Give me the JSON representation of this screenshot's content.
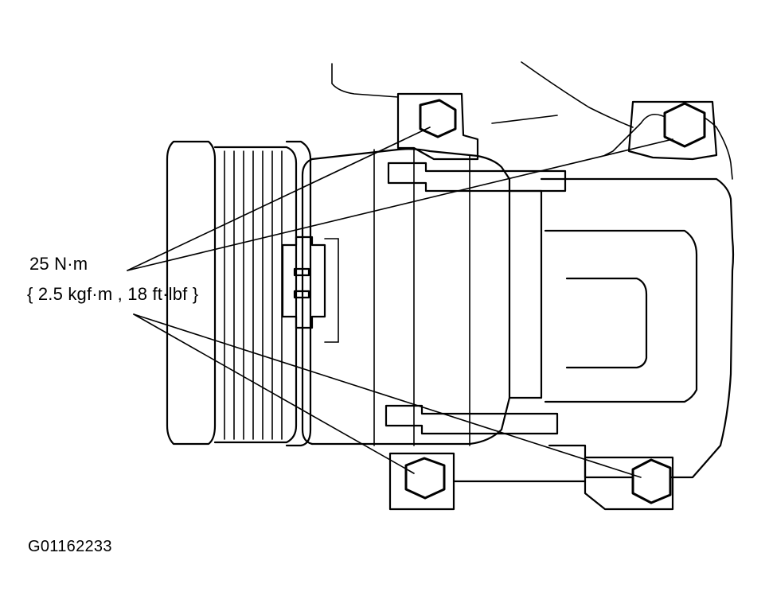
{
  "callout": {
    "torque_main": "25 N·m",
    "torque_alt": "{ 2.5 kgf·m , 18 ft·lbf }"
  },
  "figure_id": "G01162233",
  "colors": {
    "line": "#000000",
    "background": "#ffffff"
  }
}
